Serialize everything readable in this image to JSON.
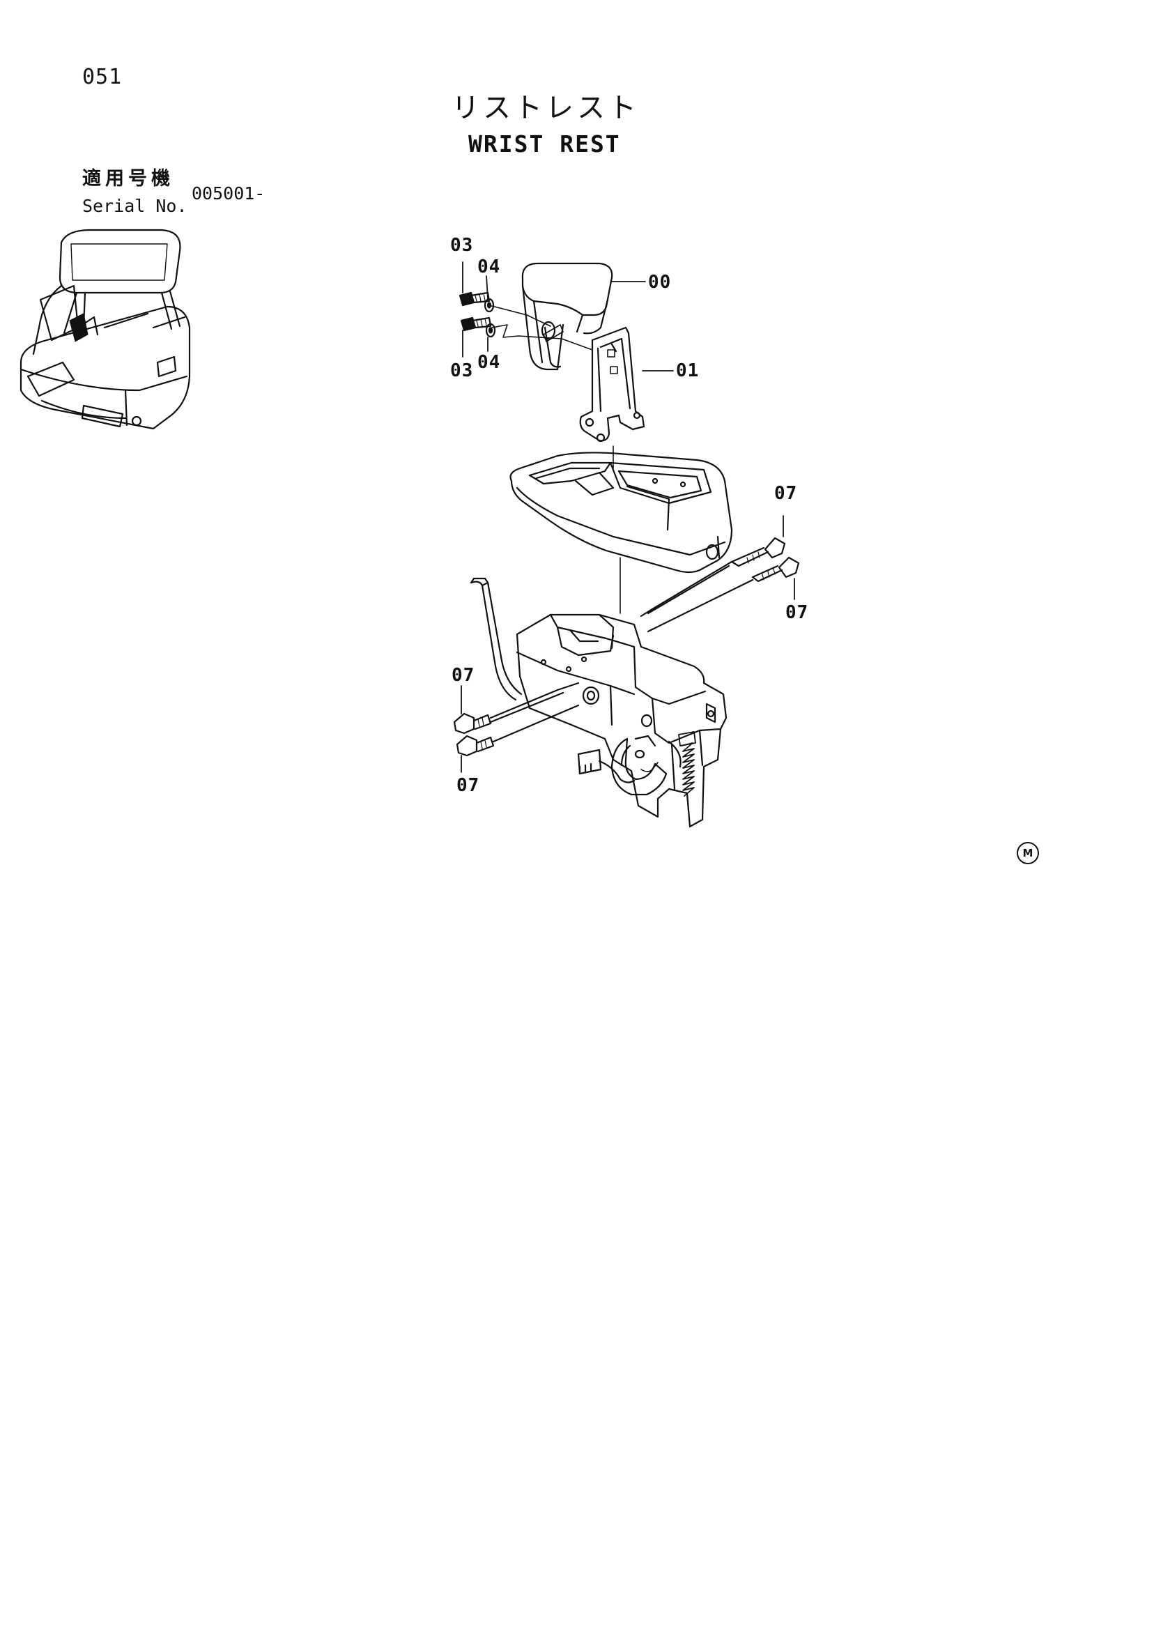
{
  "header": {
    "page_number": "051",
    "title_jp": "リストレスト",
    "title_en": "WRIST REST"
  },
  "serial": {
    "label_jp": "適用号機",
    "label_en": "Serial No.",
    "value": "005001-"
  },
  "callouts": {
    "part_00": "00",
    "part_01": "01",
    "part_03_upper": "03",
    "part_03_lower": "03",
    "part_04_upper": "04",
    "part_04_lower": "04",
    "part_07_right_upper": "07",
    "part_07_right_lower": "07",
    "part_07_left_upper": "07",
    "part_07_left_lower": "07"
  },
  "footer": {
    "mark": "M"
  }
}
